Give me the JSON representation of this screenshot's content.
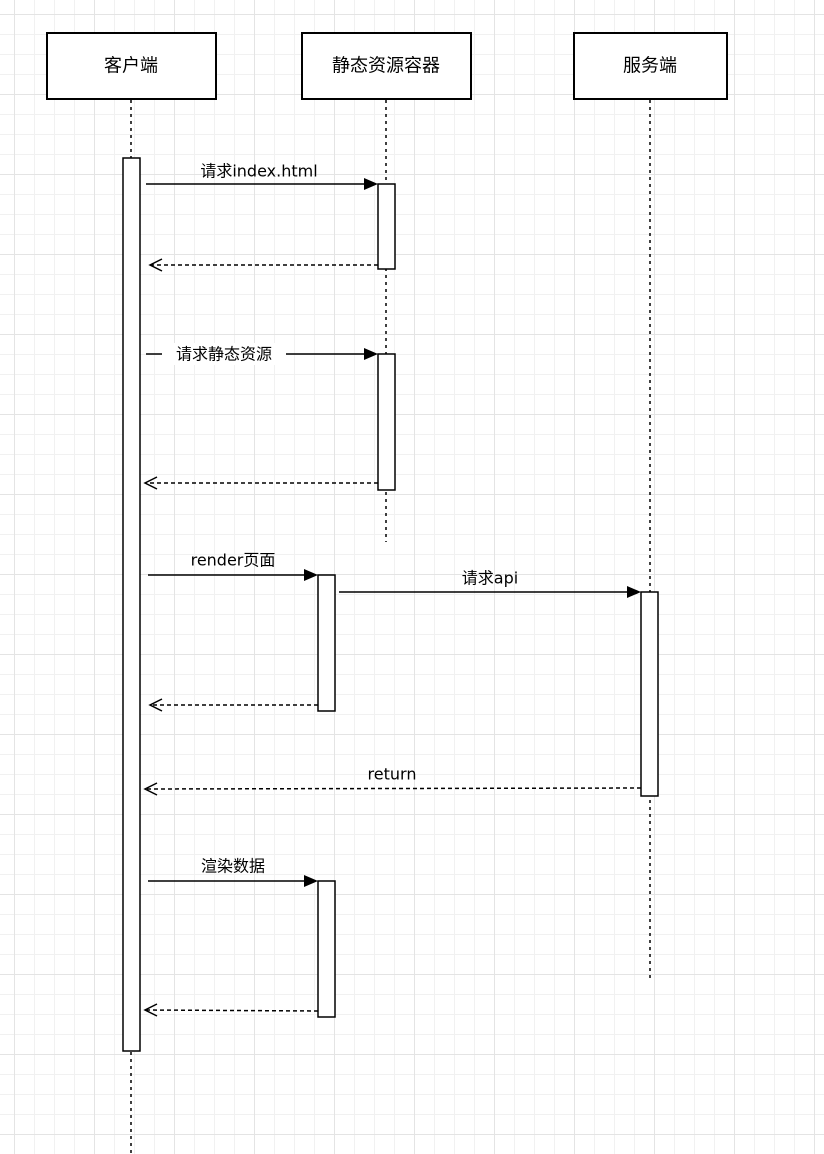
{
  "participants": {
    "client": "客户端",
    "static_container": "静态资源容器",
    "server": "服务端"
  },
  "messages": {
    "m1": "请求index.html",
    "m2": "请求静态资源",
    "m3": "render页面",
    "m4": "请求api",
    "m5": "return",
    "m6": "渲染数据"
  }
}
